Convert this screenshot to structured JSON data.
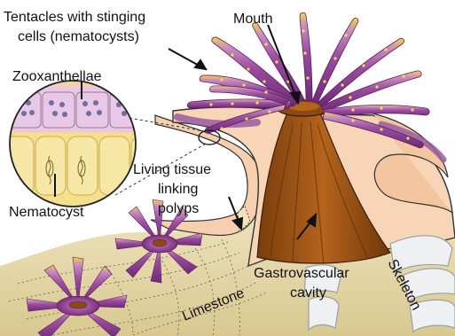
{
  "labels": {
    "tentacles_line1": "Tentacles with stinging",
    "tentacles_line2": "cells (nematocysts)",
    "mouth": "Mouth",
    "zooxanthellae": "Zooxanthellae",
    "nematocyst": "Nematocyst",
    "living_tissue_line1": "Living tissue",
    "living_tissue_line2": "linking",
    "living_tissue_line3": "polyps",
    "gastro_line1": "Gastrovascular",
    "gastro_line2": "cavity",
    "limestone": "Limestone",
    "skeleton": "Skeleton"
  },
  "colors": {
    "tentacle_purple": "#8a3f8f",
    "tentacle_tip": "#f2d43b",
    "tissue_peach": "#f6cfae",
    "cavity_brown": "#8b4a12",
    "limestone": "#e4d6a6",
    "skeleton": "#eef0f2",
    "zoox_cell": "#e9c7e6",
    "nematocyst_yellow": "#f3df8c"
  }
}
